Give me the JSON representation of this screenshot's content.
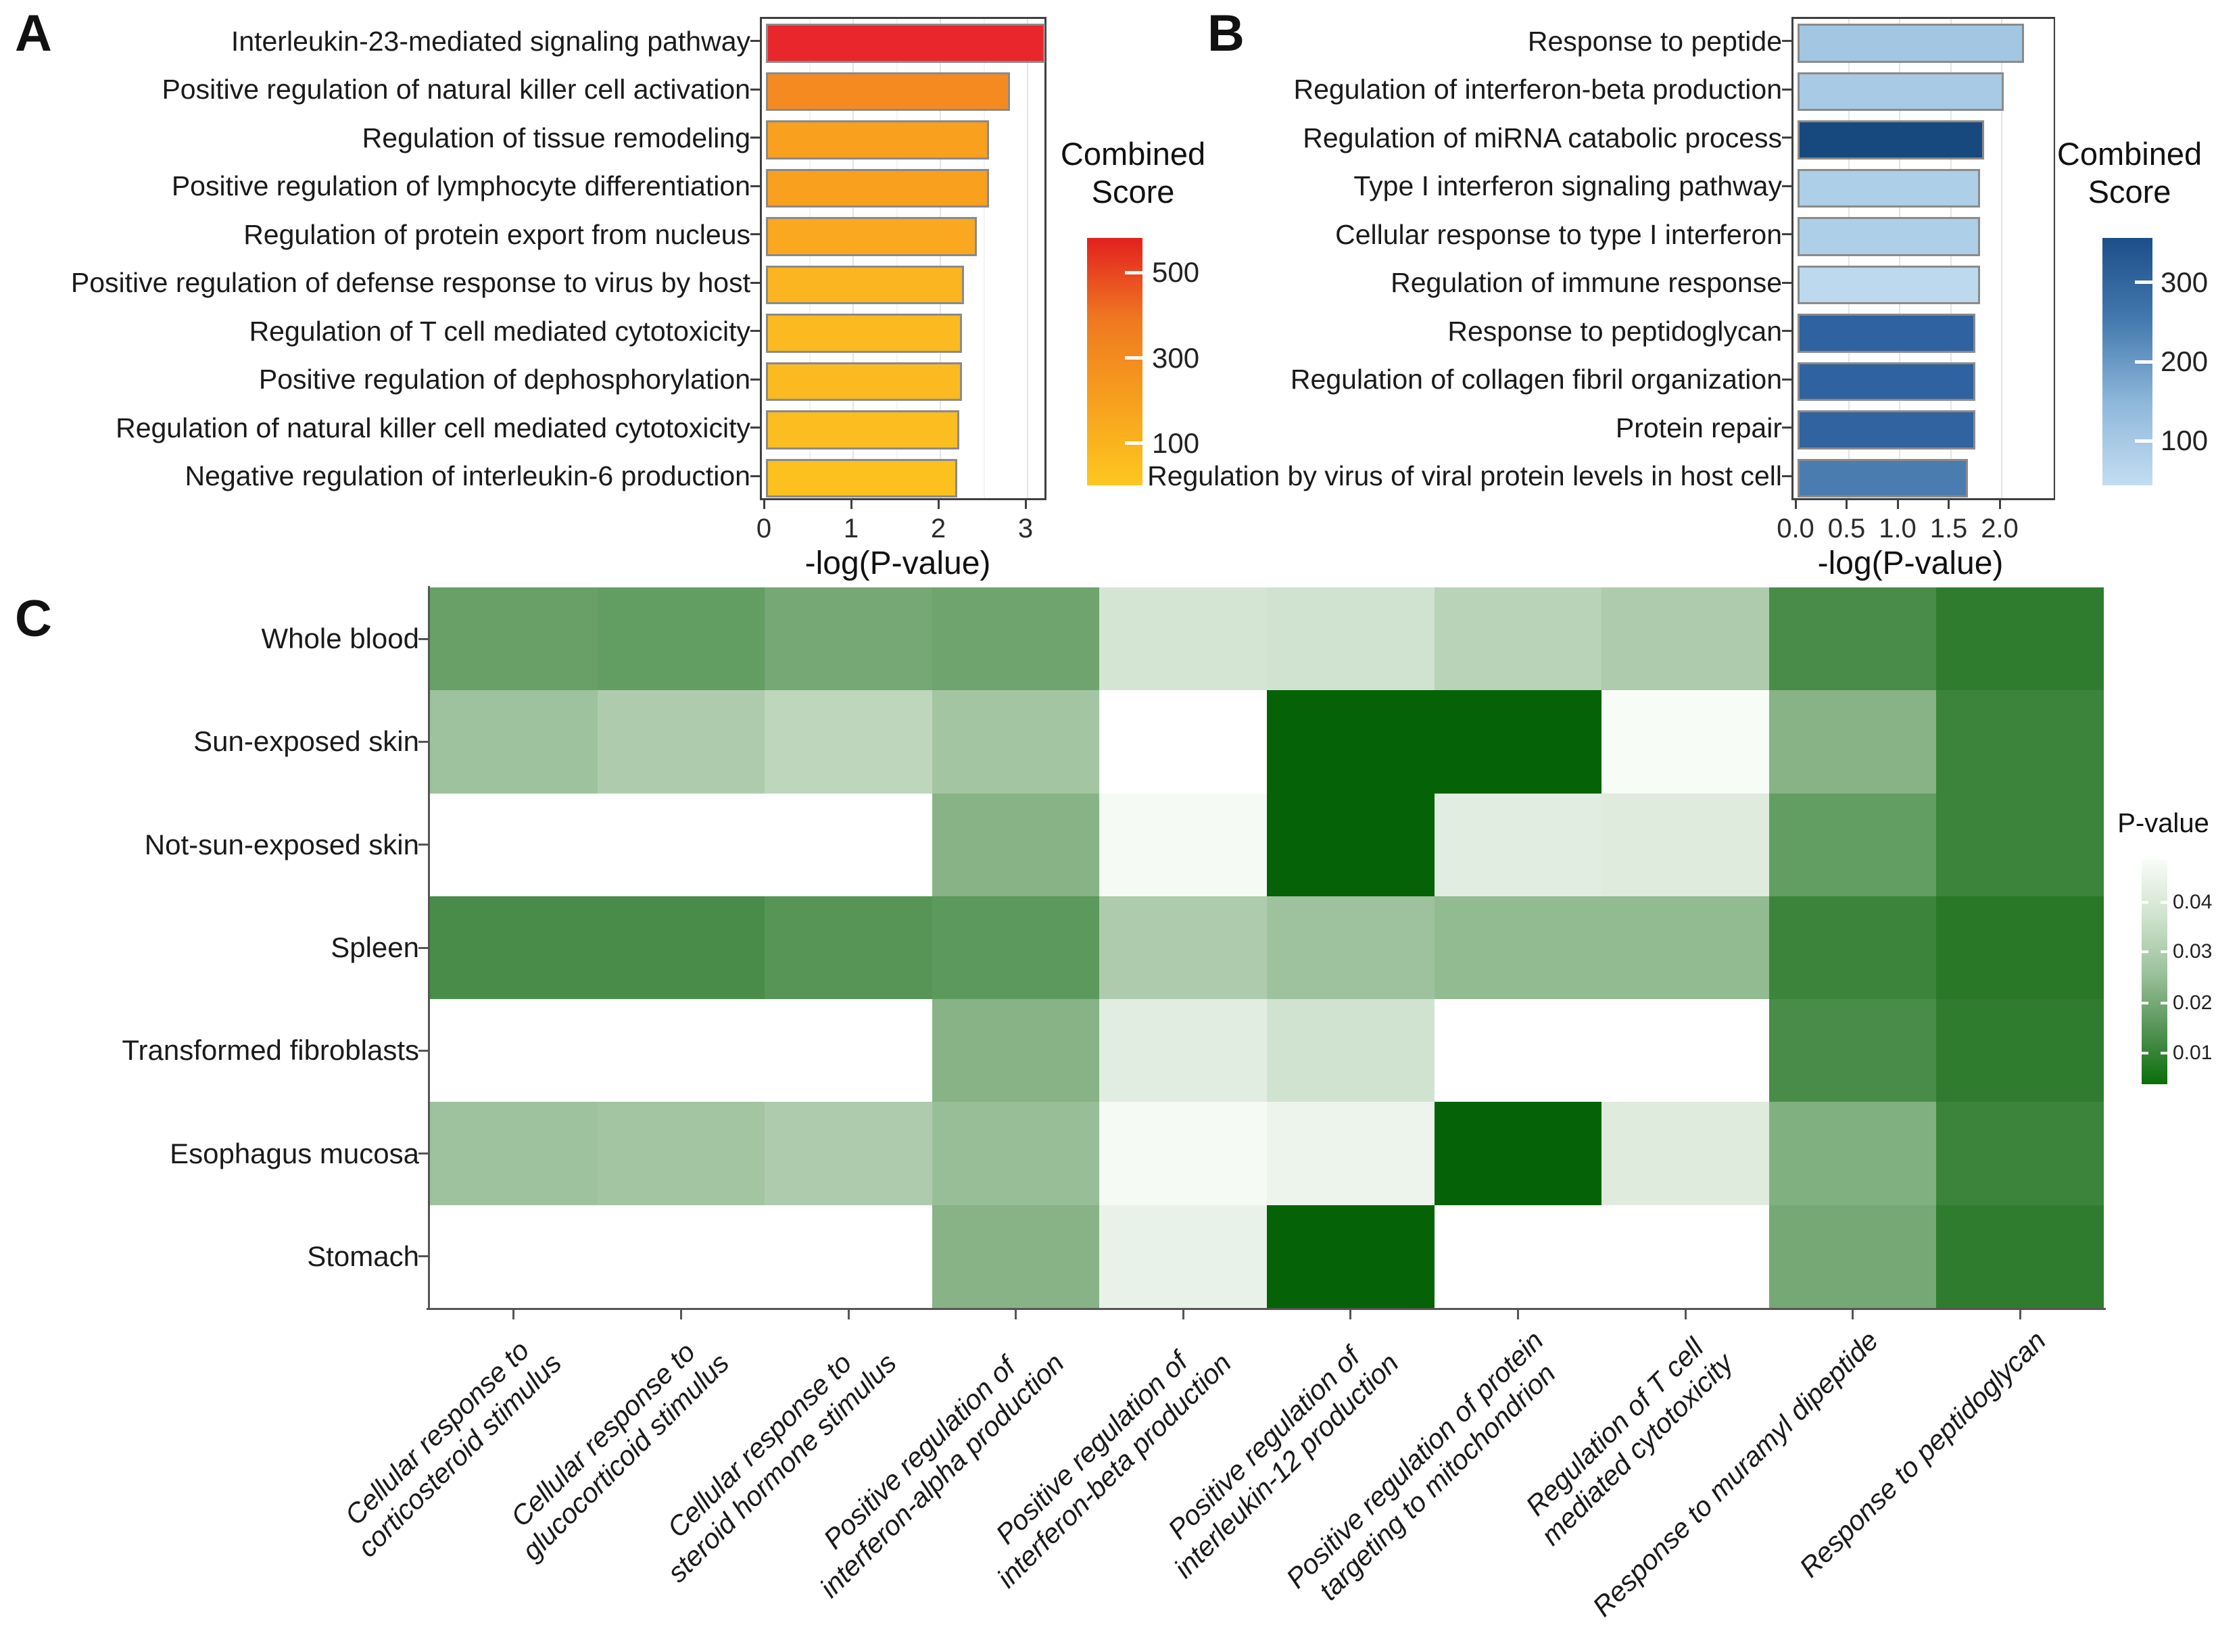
{
  "chart_data": [
    {
      "type": "bar",
      "panel": "A",
      "orientation": "horizontal",
      "xlabel": "-log(P-value)",
      "xlim": [
        0,
        3.24
      ],
      "x_ticks": [
        "0",
        "1",
        "2",
        "3"
      ],
      "x_tick_values": [
        0,
        1,
        2,
        3
      ],
      "categories": [
        "Interleukin-23-mediated signaling pathway",
        "Positive regulation of natural killer cell activation",
        "Regulation of tissue remodeling",
        "Positive regulation of lymphocyte differentiation",
        "Regulation of protein export from nucleus",
        "Positive regulation of defense response to virus by host",
        "Regulation of T cell mediated cytotoxicity",
        "Positive regulation of dephosphorylation",
        "Regulation of natural killer cell mediated cytotoxicity",
        "Negative regulation of interleukin-6 production"
      ],
      "values": [
        3.2,
        2.8,
        2.56,
        2.56,
        2.42,
        2.27,
        2.25,
        2.25,
        2.22,
        2.19
      ],
      "bar_colors": [
        "#E8262B",
        "#F58A21",
        "#F9A01E",
        "#F9A01E",
        "#F9A81F",
        "#FBB521",
        "#FBBA20",
        "#FBBA20",
        "#FCBD21",
        "#FCC01F"
      ],
      "bar_outline_color": "#8a8a8a",
      "legend": {
        "title_lines": [
          "Combined",
          "Score"
        ],
        "ticks": [
          "500",
          "300",
          "100"
        ],
        "tick_fractions": [
          0.14,
          0.485,
          0.83
        ],
        "gradient_stops": [
          "#E3201F",
          "#EF7921",
          "#F7A11E",
          "#FDC71F"
        ],
        "position": "right"
      }
    },
    {
      "type": "bar",
      "panel": "B",
      "orientation": "horizontal",
      "xlabel": "-log(P-value)",
      "xlim": [
        0,
        2.54
      ],
      "x_ticks": [
        "0.0",
        "0.5",
        "1.0",
        "1.5",
        "2.0"
      ],
      "x_tick_values": [
        0,
        0.5,
        1,
        1.5,
        2
      ],
      "categories": [
        "Response to peptide",
        "Regulation of interferon-beta production",
        "Regulation of miRNA catabolic process",
        "Type I interferon signaling pathway",
        "Cellular response to type I interferon",
        "Regulation of immune response",
        "Response to peptidoglycan",
        "Regulation of collagen fibril organization",
        "Protein repair",
        "Regulation by virus of viral protein levels in host cell"
      ],
      "values": [
        2.22,
        2.02,
        1.83,
        1.79,
        1.79,
        1.79,
        1.74,
        1.74,
        1.74,
        1.67
      ],
      "bar_colors": [
        "#A3C6E2",
        "#A8CAE4",
        "#17497E",
        "#ADCFE7",
        "#ADCFE7",
        "#BCD9EE",
        "#2E62A1",
        "#2E62A1",
        "#30639F",
        "#4A7CB0"
      ],
      "bar_outline_color": "#8a8a8a",
      "legend": {
        "title_lines": [
          "Combined",
          "Score"
        ],
        "ticks": [
          "300",
          "200",
          "100"
        ],
        "tick_fractions": [
          0.18,
          0.5,
          0.82
        ],
        "gradient_stops": [
          "#1D4E89",
          "#4379AE",
          "#8FB8DB",
          "#C3DDF0"
        ],
        "position": "right"
      }
    },
    {
      "type": "heatmap",
      "panel": "C",
      "rows": [
        "Whole blood",
        "Sun-exposed skin",
        "Not-sun-exposed skin",
        "Spleen",
        "Transformed fibroblasts",
        "Esophagus mucosa",
        "Stomach"
      ],
      "columns": [
        [
          "Cellular response to",
          "corticosteroid stimulus"
        ],
        [
          "Cellular response to",
          "glucocorticoid stimulus"
        ],
        [
          "Cellular response to",
          "steroid hormone stimulus"
        ],
        [
          "Positive regulation of",
          "interferon-alpha production"
        ],
        [
          "Positive regulation of",
          "interferon-beta production"
        ],
        [
          "Positive regulation of",
          "interleukin-12 production"
        ],
        [
          "Positive regulation of protein",
          "targeting to mitochondrion"
        ],
        [
          "Regulation of T cell",
          "mediated cytotoxicity"
        ],
        [
          "Response to muramyl dipeptide"
        ],
        [
          "Response to peptidoglycan"
        ]
      ],
      "values": [
        [
          0.017,
          0.016,
          0.019,
          0.018,
          0.037,
          0.036,
          0.031,
          0.029,
          0.012,
          0.008
        ],
        [
          0.026,
          0.029,
          0.032,
          0.027,
          null,
          0.002,
          0.002,
          0.047,
          0.022,
          0.01
        ],
        [
          null,
          null,
          null,
          0.022,
          0.046,
          0.002,
          0.04,
          0.039,
          0.016,
          0.01
        ],
        [
          0.012,
          0.012,
          0.014,
          0.015,
          0.029,
          0.026,
          0.024,
          0.024,
          0.01,
          0.007
        ],
        [
          null,
          null,
          null,
          0.022,
          0.04,
          0.036,
          null,
          null,
          0.012,
          0.008
        ],
        [
          0.026,
          0.027,
          0.029,
          0.025,
          0.046,
          0.043,
          0.002,
          0.039,
          0.021,
          0.01
        ],
        [
          null,
          null,
          null,
          0.022,
          0.042,
          0.002,
          null,
          null,
          0.019,
          0.008
        ]
      ],
      "no_data_color": "#FFFFFF",
      "color_scale": {
        "description": "P-value; darker green = smaller P",
        "domain_p": [
          0.002,
          0.0475
        ],
        "gamma": 1.3,
        "color_dark": "#066206",
        "color_light": "#F9FCF8"
      },
      "legend": {
        "title": "P-value",
        "ticks": [
          "0.04",
          "0.03",
          "0.02",
          "0.01"
        ],
        "tick_fractions": [
          0.19,
          0.41,
          0.64,
          0.86
        ],
        "gradient_stops": [
          "#F9FCF8",
          "#CFE3CE",
          "#9DC29C",
          "#579457",
          "#0A6E0A"
        ],
        "position": "right"
      },
      "axis_color": "#555555"
    }
  ]
}
